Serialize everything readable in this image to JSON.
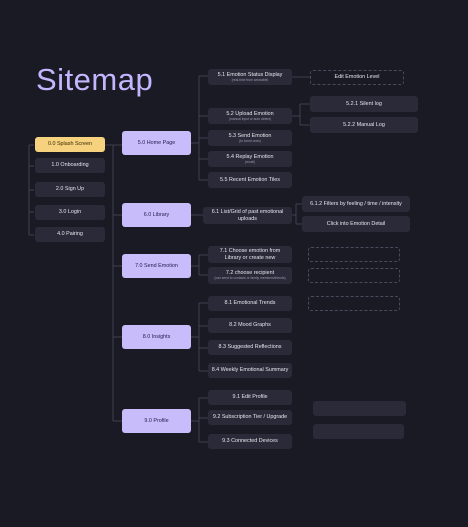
{
  "title": "Sitemap",
  "nodes": {
    "splash": "0.0 Splash Screen",
    "onboarding": "1.0 Onboarding",
    "signup": "2.0 Sign Up",
    "login": "3.0 Login",
    "pairing": "4.0 Pairing",
    "home": "5.0 Home Page",
    "n51": "5.1 Emotion Status Display",
    "n51_sub": "(real-time from wearable)",
    "edit_level": "Edit Emotion Level",
    "n52": "5.2 Upload Emotion",
    "n52_sub": "(manual input or auto detect)",
    "n521": "5.2.1 Silent log",
    "n522": "5.2.2 Manual Log",
    "n53": "5.3 Send Emotion",
    "n53_sub": "(to loved ones)",
    "n54": "5.4 Replay Emotion",
    "n54_sub": "(recall)",
    "n55": "5.5 Recent Emotion Tiles",
    "library": "6.0 Library",
    "n61": "6.1 List/Grid of past emotional uploads",
    "n612": "6.1.2 Filters by feeling / time / intensity",
    "click_detail": "Click into Emotion Detail",
    "send": "7.0 Send Emotion",
    "n71": "7.1 Choose emotion from Library or create new",
    "n72": "7.2 choose recipient",
    "n72_sub": "(can send to contacts or family members/friends)",
    "insights": "8.0 Insights",
    "n81": "8.1 Emotional Trends",
    "n82": "8.2 Mood Graphs",
    "n83": "8.3 Suggested Reflections",
    "n84": "8.4 Weekly Emotional Summary",
    "profile": "9.0 Profile",
    "n91": "9.1 Edit Profile",
    "n92": "9.2 Subscription Tier / Upgrade",
    "n93": "9.3 Connected Devices"
  },
  "colors": {
    "background": "#1a1a24",
    "box": "#2a2a38",
    "primary": "#c9bcfb",
    "splash": "#f6d27f",
    "title": "#c4b5fd",
    "line": "#4a4a5c"
  }
}
